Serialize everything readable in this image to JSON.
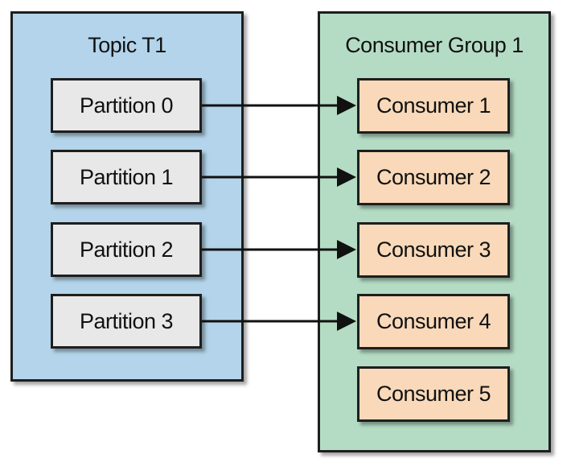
{
  "colors": {
    "topic_bg": "#b3d4ea",
    "group_bg": "#b4dcc4",
    "partition_bg": "#e8e8e8",
    "consumer_bg": "#f9d9b9",
    "border": "#1e1e1e"
  },
  "topic": {
    "title": "Topic T1",
    "partitions": [
      {
        "label": "Partition 0"
      },
      {
        "label": "Partition 1"
      },
      {
        "label": "Partition 2"
      },
      {
        "label": "Partition 3"
      }
    ]
  },
  "consumer_group": {
    "title": "Consumer Group 1",
    "consumers": [
      {
        "label": "Consumer 1"
      },
      {
        "label": "Consumer 2"
      },
      {
        "label": "Consumer 3"
      },
      {
        "label": "Consumer 4"
      },
      {
        "label": "Consumer 5"
      }
    ]
  },
  "connections": [
    {
      "from": "Partition 0",
      "to": "Consumer 1"
    },
    {
      "from": "Partition 1",
      "to": "Consumer 2"
    },
    {
      "from": "Partition 2",
      "to": "Consumer 3"
    },
    {
      "from": "Partition 3",
      "to": "Consumer 4"
    }
  ]
}
